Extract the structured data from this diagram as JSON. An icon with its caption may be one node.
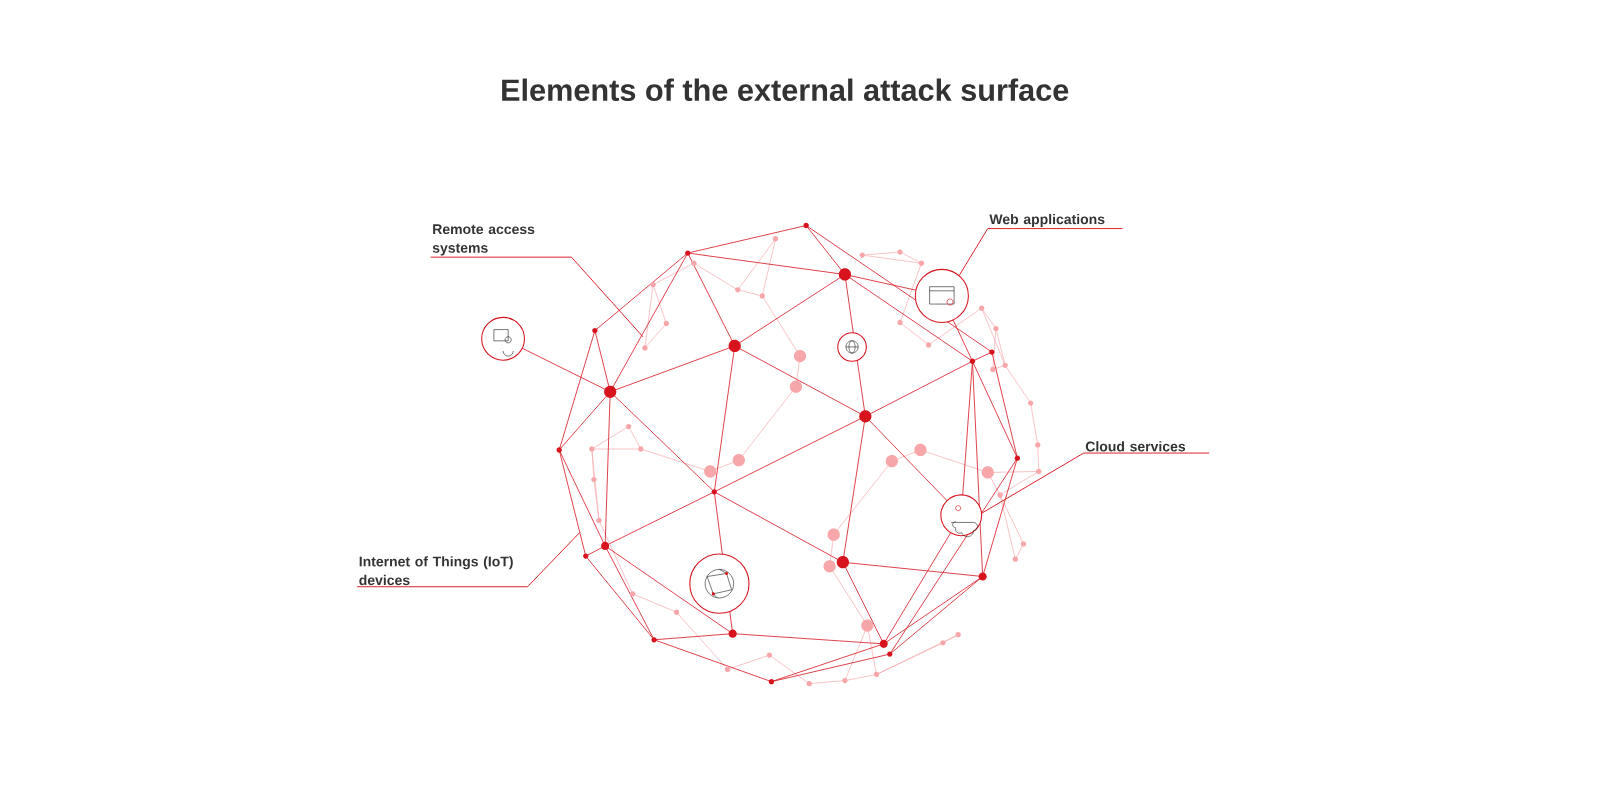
{
  "diagram": {
    "title": "Elements of the external attack surface",
    "nodes": [
      {
        "text": [
          "Remote access systems"
        ]
      },
      {
        "text": [
          "Web applications"
        ]
      },
      {
        "text": [],
        "shape": "circle"
      },
      {
        "text": [],
        "shape": "circle"
      },
      {
        "text": [],
        "shape": "circle"
      },
      {
        "text": [
          "Cloud services"
        ]
      },
      {
        "text": [],
        "shape": "circle"
      },
      {
        "text": [
          "Internet of Things (IoT) devices"
        ]
      },
      {
        "text": [],
        "shape": "circle"
      }
    ],
    "edges": [
      {
        "from": 0,
        "to": null,
        "arrow": "none"
      },
      {
        "from": 1,
        "to": 2,
        "arrow": "none"
      },
      {
        "from": 5,
        "to": 6,
        "arrow": "none"
      },
      {
        "from": 7,
        "to": null,
        "arrow": "none"
      }
    ]
  }
}
